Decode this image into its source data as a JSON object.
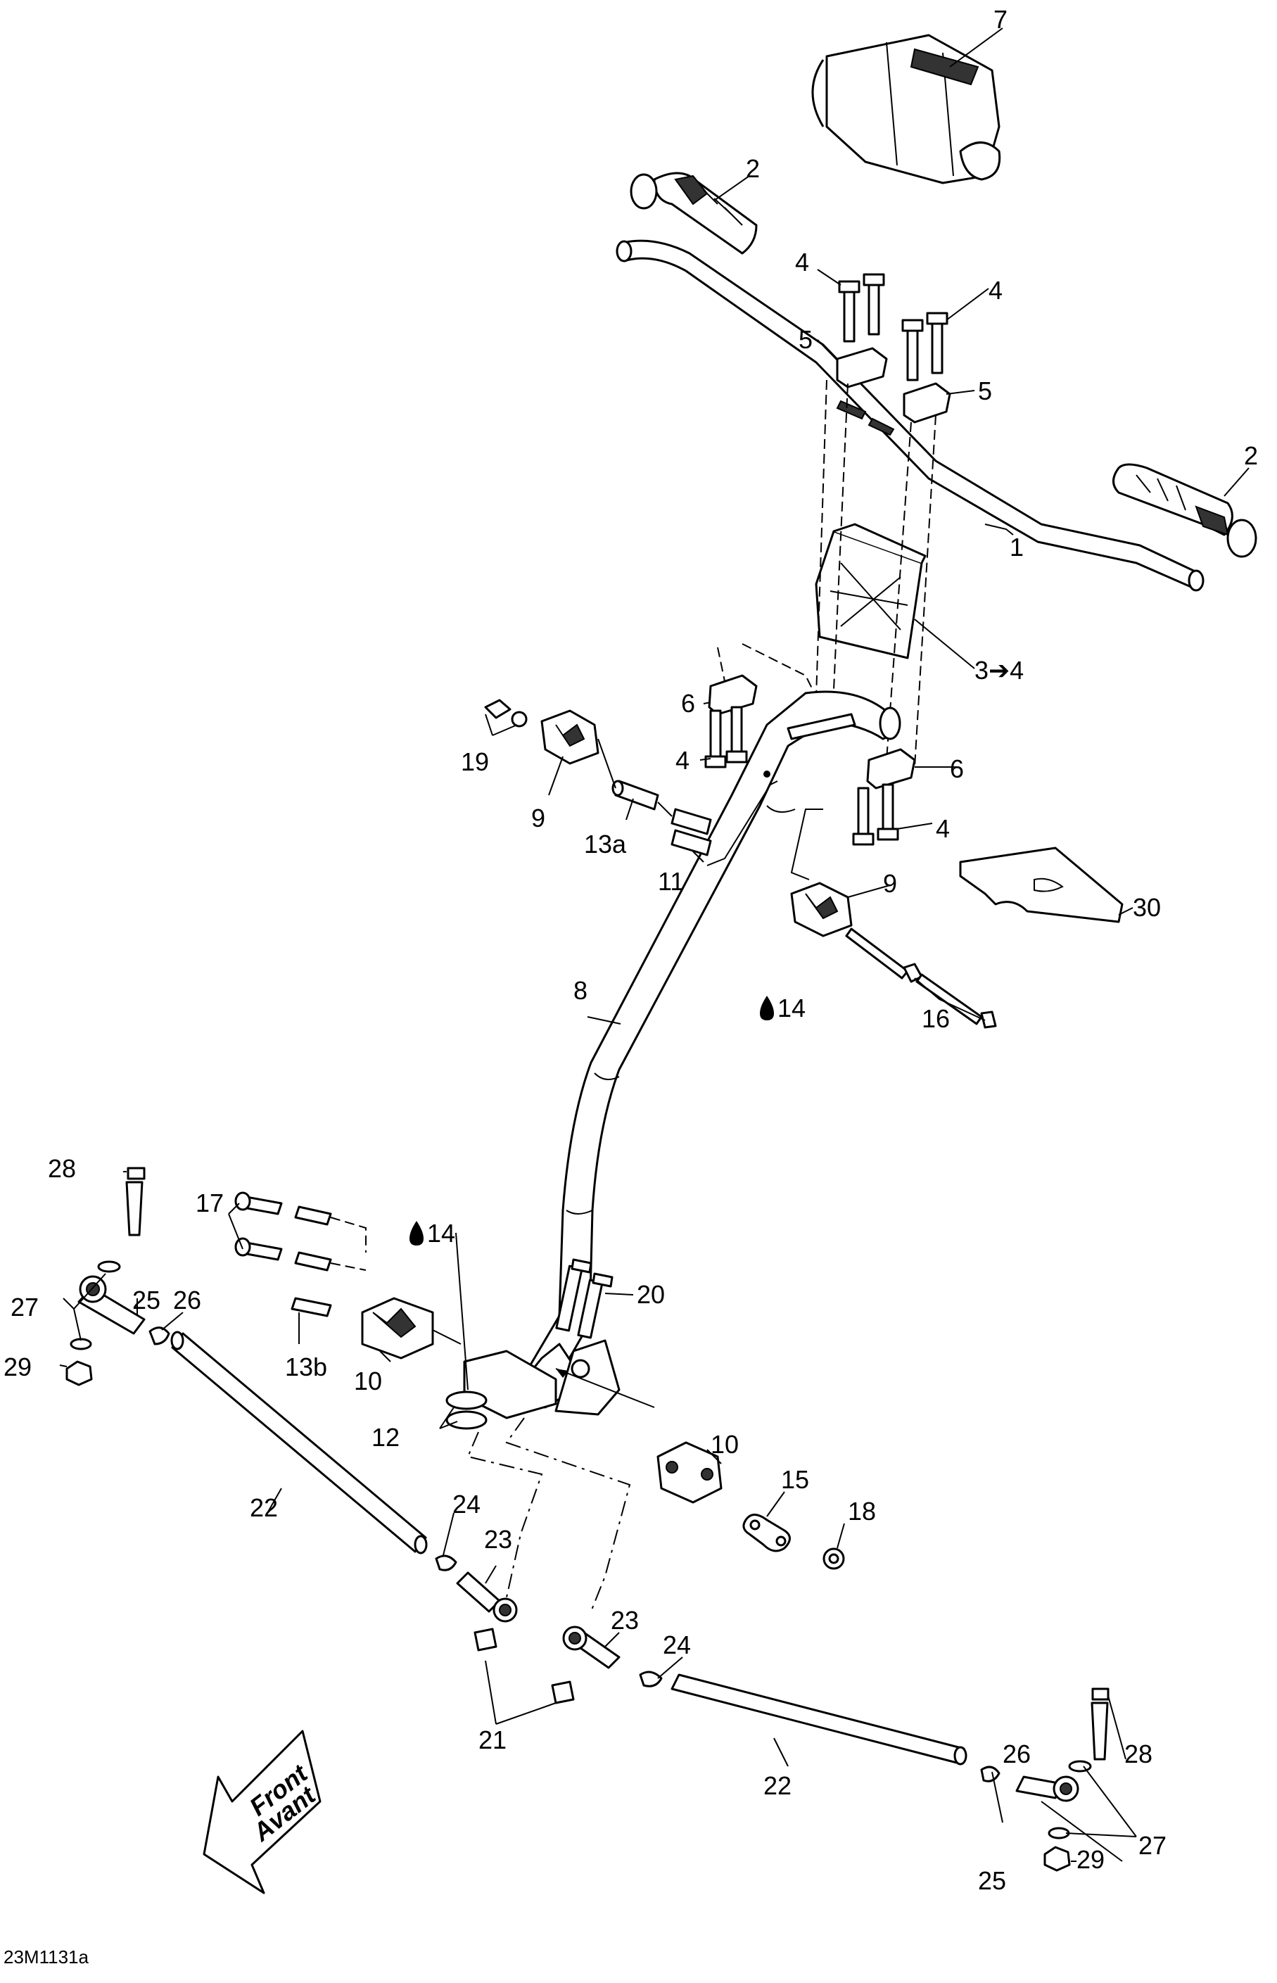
{
  "drawing_code": "23M1131a",
  "front_arrow": {
    "line1": "Front",
    "line2": "Avant"
  },
  "callouts": {
    "c1": "1",
    "c2a": "2",
    "c2b": "2",
    "c3": "3➔4",
    "c4a": "4",
    "c4b": "4",
    "c4c": "4",
    "c4d": "4",
    "c5a": "5",
    "c5b": "5",
    "c6a": "6",
    "c6b": "6",
    "c7": "7",
    "c8": "8",
    "c9a": "9",
    "c9b": "9",
    "c10a": "10",
    "c10b": "10",
    "c11": "11",
    "c12": "12",
    "c13a": "13a",
    "c13b": "13b",
    "c14a": "14",
    "c14b": "14",
    "c15": "15",
    "c16": "16",
    "c17": "17",
    "c18": "18",
    "c19": "19",
    "c20": "20",
    "c21": "21",
    "c22a": "22",
    "c22b": "22",
    "c23a": "23",
    "c23b": "23",
    "c24a": "24",
    "c24b": "24",
    "c25a": "25",
    "c25b": "25",
    "c26a": "26",
    "c26b": "26",
    "c27a": "27",
    "c27b": "27",
    "c28a": "28",
    "c28b": "28",
    "c29a": "29",
    "c29b": "29",
    "c30": "30"
  }
}
